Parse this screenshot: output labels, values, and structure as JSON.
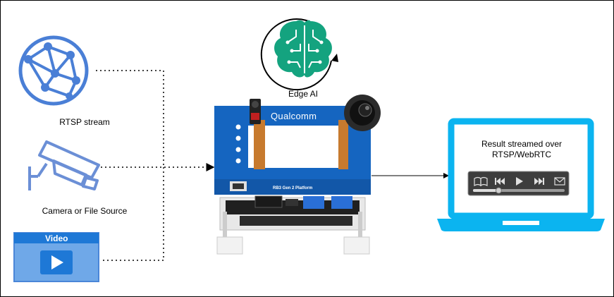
{
  "diagram": {
    "sources": {
      "rtsp_label": "RTSP stream",
      "camera_label": "Camera or File Source",
      "video_title": "Video"
    },
    "edge_ai_label": "Edge AI",
    "device": {
      "brand": "Qualcomm",
      "model": "RB3 Gen 2 Platform"
    },
    "output": {
      "line1": "Result streamed over",
      "line2": "RTSP/WebRTC"
    },
    "icons": [
      "globe-network-icon",
      "security-camera-icon",
      "video-window-icon",
      "ai-brain-icon",
      "laptop-icon",
      "media-player-controls"
    ],
    "colors": {
      "source_blue": "#4a7fd6",
      "camera_blue": "#6b8fd6",
      "ai_green": "#14a37f",
      "board_blue": "#1565c0",
      "laptop_blue": "#0bb4f0"
    }
  }
}
